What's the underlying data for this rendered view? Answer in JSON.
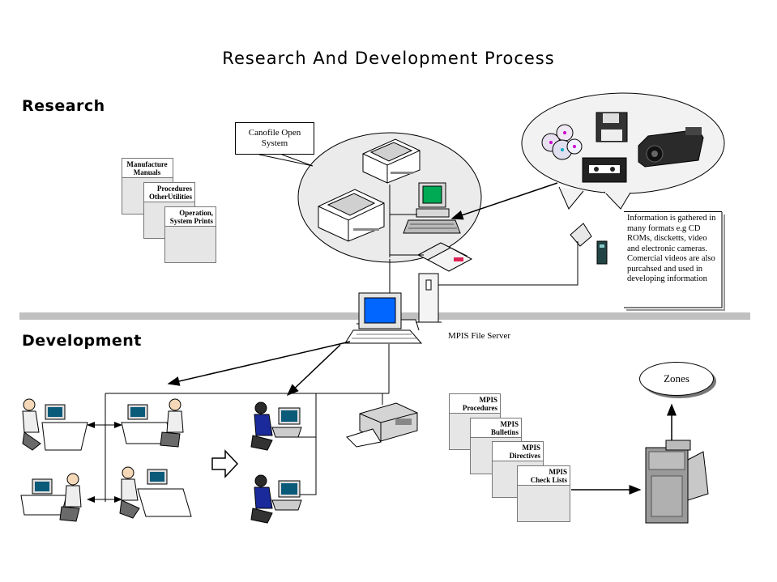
{
  "title": "Research And Development Process",
  "sections": {
    "research": "Research",
    "development": "Development"
  },
  "callouts": {
    "canofile": {
      "line1": "Canofile Open",
      "line2": "System"
    },
    "info": "Information is gathered in many formats e.g CD ROMs, discketts, video and electronic cameras. Comercial videos are also purcahsed and used in developing information",
    "server": "MPIS File Server",
    "zones": "Zones"
  },
  "research_docs": [
    {
      "line1": "Manufacture",
      "line2": "Manuals"
    },
    {
      "line1": "Procedures",
      "line2": "OtherUtilities"
    },
    {
      "line1": "Operation,",
      "line2": "System Prints"
    }
  ],
  "development_docs": [
    {
      "line1": "MPIS",
      "line2": "Procedures"
    },
    {
      "line1": "MPIS",
      "line2": "Bulletins"
    },
    {
      "line1": "MPIS",
      "line2": "Directives"
    },
    {
      "line1": "MPIS",
      "line2": "Check Lists"
    }
  ],
  "icons": [
    "scanner-icon",
    "computer-icon",
    "disk-stack-icon",
    "cd-rom-icon",
    "floppy-disk-icon",
    "cassette-icon",
    "video-camera-icon",
    "digital-camera-icon",
    "phone-icon",
    "file-server-icon",
    "workstation-icon",
    "printer-icon",
    "copier-icon",
    "arrow-right-icon"
  ],
  "colors": {
    "divider": "#c0c0c0",
    "screen": "#0066ff",
    "screen_green": "#00aa55",
    "suit": "#1a2a9a"
  }
}
